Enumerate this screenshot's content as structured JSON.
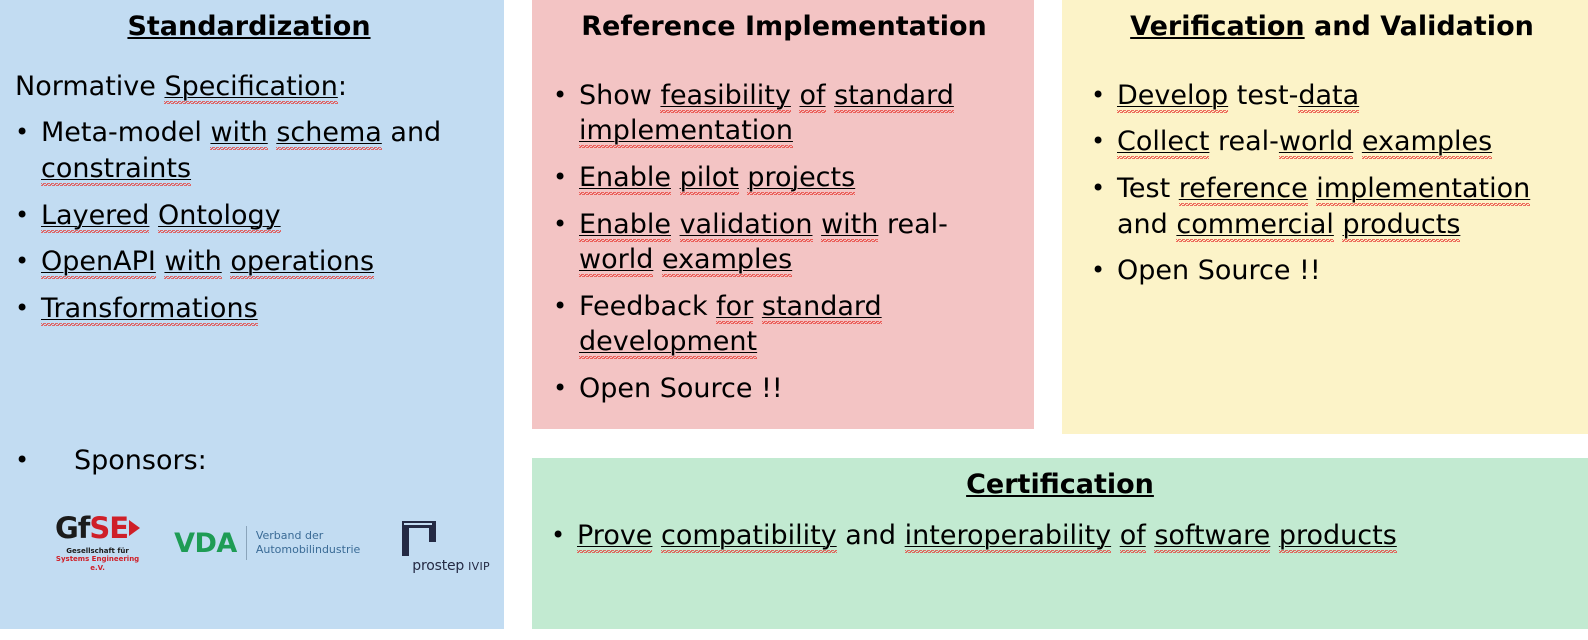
{
  "panels": {
    "standardization": {
      "title_underlined": "Standardization",
      "title_plain": "",
      "intro": "Normative Specification:",
      "bullets": [
        "Meta-model with schema and constraints",
        "Layered Ontology",
        "OpenAPI with operations",
        "Transformations"
      ],
      "sponsors_label": "Sponsors:",
      "background_color": "#c2dcf2"
    },
    "reference": {
      "title_underlined": "",
      "title_plain": "Reference Implementation",
      "bullets": [
        "Show feasibility of standard implementation",
        "Enable pilot projects",
        "Enable validation with real-world examples",
        "Feedback for standard development",
        "Open Source !!"
      ],
      "background_color": "#f3c4c4"
    },
    "verification": {
      "title_underlined": "Verification",
      "title_plain": " and Validation",
      "bullets": [
        "Develop test-data",
        "Collect real-world examples",
        "Test reference implementation and commercial products",
        "Open Source !!"
      ],
      "background_color": "#fcf3c8"
    },
    "certification": {
      "title_underlined": "Certification",
      "title_plain": "",
      "bullets": [
        "Prove compatibility and interoperability of software products"
      ],
      "background_color": "#c2ead1"
    }
  },
  "sponsors": [
    {
      "name": "gfse",
      "mark_dark": "Gf",
      "mark_accent": "SE",
      "subtitle_line1": "Gesellschaft für",
      "subtitle_line2": "Systems Engineering e.V.",
      "dark_color": "#1b1b1b",
      "accent_color": "#cf1f28"
    },
    {
      "name": "vda",
      "mark": "VDA",
      "subtitle_line1": "Verband der",
      "subtitle_line2": "Automobilindustrie",
      "mark_color": "#1e9c55",
      "subtitle_color": "#3a6b96"
    },
    {
      "name": "prostep-ivip",
      "mark_word": "prostep",
      "mark_suffix": "IVIP",
      "mark_color": "#242a44"
    }
  ]
}
